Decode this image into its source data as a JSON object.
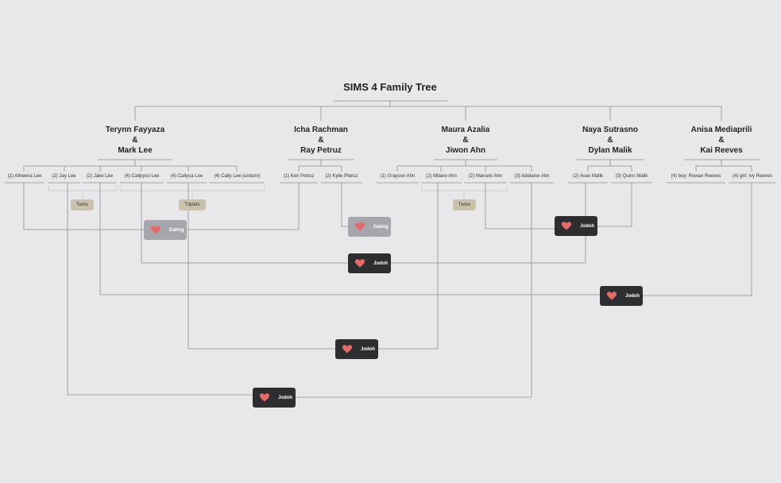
{
  "title": "SIMS 4 Family Tree",
  "colors": {
    "background": "#e8e8ea",
    "line": "#8c8c90",
    "dating": "#a7a6ad",
    "married": "#2e2e30",
    "heart": "#e36a6a",
    "tag": "#c9c3ad"
  },
  "couples": [
    {
      "a": "Terynn Fayyaza",
      "amp": "&",
      "b": "Mark Lee"
    },
    {
      "a": "Icha Rachman",
      "amp": "&",
      "b": "Ray Petruz"
    },
    {
      "a": "Maura Azalia",
      "amp": "&",
      "b": "Jiwon Ahn"
    },
    {
      "a": "Naya Sutrasno",
      "amp": "&",
      "b": "Dylan Malik"
    },
    {
      "a": "Anisa Mediaprili",
      "amp": "&",
      "b": "Kai Reeves"
    }
  ],
  "children": [
    "(1) Atheena Lee",
    "(2) Jay Lee",
    "(2) Jake Lee",
    "(4) Callpyso Lee",
    "(4) Callysa Lee",
    "(4) Cally Lee (unborn)",
    "(1) Ken Petruz",
    "(2) Kylie Pteruz",
    "(1) Grayson Ahn",
    "(2) Milano Ahn",
    "(2) Marcelo Ahn",
    "(3) Adelaine Ahn",
    "(2) Avan Malik",
    "(3) Quinn Malik",
    "(4) boy: Rowan Reeves",
    "(4) girl: Ivy Reeves"
  ],
  "tags": [
    "Twins",
    "Triplets",
    "Twins"
  ],
  "relationships": [
    "Dating",
    "Dating",
    "Jodoh",
    "Jodoh",
    "Jodoh",
    "Jodoh",
    "Jodoh"
  ],
  "icons": {
    "relationship": "heart-icon"
  }
}
